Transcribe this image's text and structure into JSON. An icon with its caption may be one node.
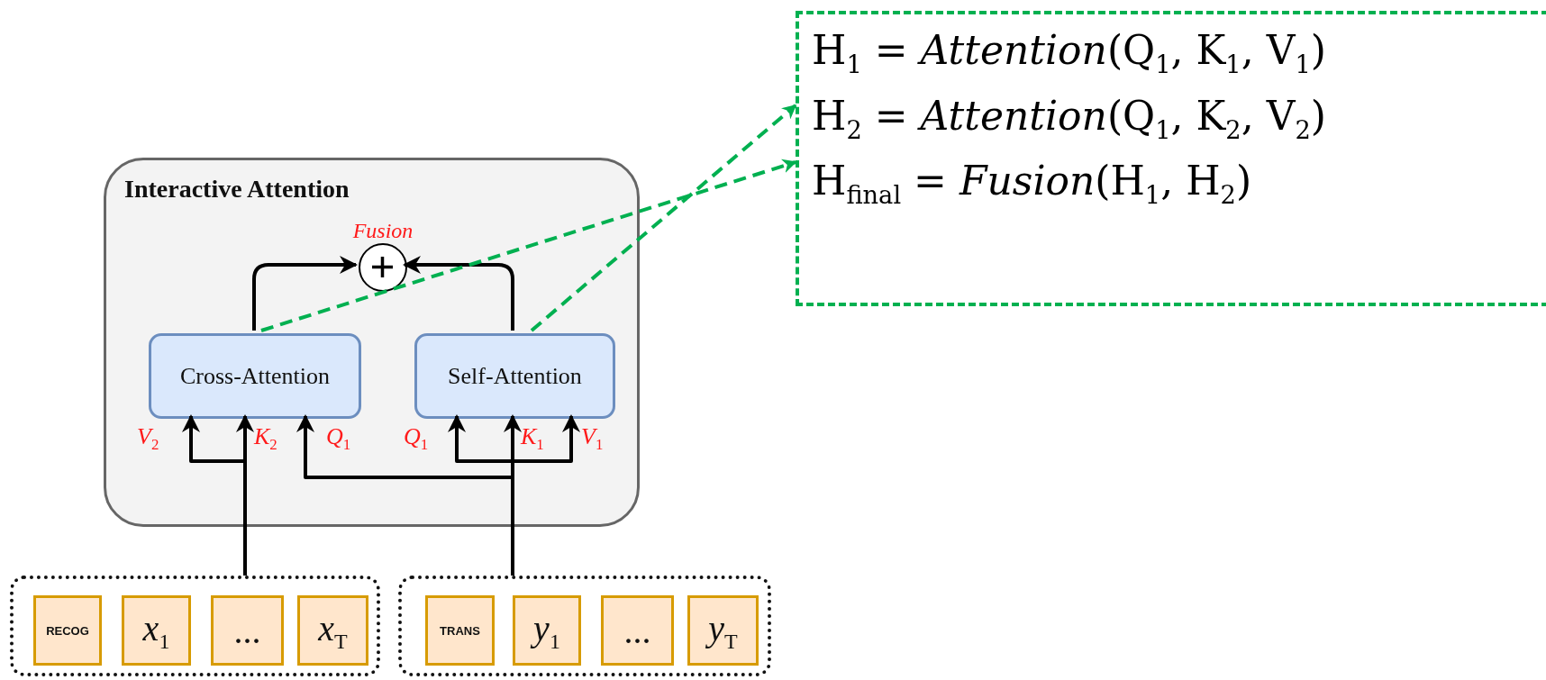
{
  "diagram": {
    "nodes": [
      {
        "text": [
          "Interactive Attention"
        ]
      },
      {
        "text": [],
        "shape": "circle",
        "in": 0,
        "beside": [
          "Fusion"
        ]
      },
      {
        "text": [
          "Cross-Attention"
        ],
        "in": 0
      },
      {
        "text": [
          "Self-Attention"
        ],
        "in": 0
      },
      {
        "text": [],
        "shape": "box"
      },
      {
        "text": [
          "RECOG"
        ],
        "in": 4
      },
      {
        "text": [
          "*x*$_{1}$"
        ],
        "in": 4
      },
      {
        "text": [
          "..."
        ],
        "in": 4
      },
      {
        "text": [
          "*x*$_{T}$"
        ],
        "in": 4
      },
      {
        "text": [],
        "shape": "box"
      },
      {
        "text": [
          "TRANS"
        ],
        "in": 9
      },
      {
        "text": [
          "*y*$_{1}$"
        ],
        "in": 9
      },
      {
        "text": [
          "..."
        ],
        "in": 9
      },
      {
        "text": [
          "*y*$_{T}$"
        ],
        "in": 9
      },
      {
        "text": [
          "H$_{1}$ = *Attention*(Q$_{1}$, K$_{1}$, V$_{1}$)",
          "H$_{2}$ = *Attention*(Q$_{1}$, K$_{2}$, V$_{2}$)",
          "H$_{final}$ = *Fusion*(H$_{1}$, H$_{2}$)"
        ]
      }
    ],
    "edges": [
      {
        "from": 2,
        "to": 1,
        "arrow": "to"
      },
      {
        "from": 3,
        "to": 1,
        "arrow": "to"
      },
      {
        "from": 4,
        "to": 2,
        "arrow": "to",
        "label": "*V*$_{2}$"
      },
      {
        "from": 4,
        "to": 2,
        "arrow": "to",
        "label": "*K*$_{2}$"
      },
      {
        "from": 9,
        "to": 2,
        "arrow": "to",
        "label": "*Q*$_{1}$"
      },
      {
        "from": 9,
        "to": 3,
        "arrow": "to",
        "label": "*Q*$_{1}$"
      },
      {
        "from": 9,
        "to": 3,
        "arrow": "to",
        "label": "*K*$_{1}$"
      },
      {
        "from": 9,
        "to": 3,
        "arrow": "to",
        "label": "*V*$_{1}$"
      },
      {
        "from": 2,
        "to": 14,
        "arrow": "to",
        "style": "dashed",
        "color": "#00b050"
      },
      {
        "from": 3,
        "to": 14,
        "arrow": "to",
        "style": "dashed",
        "color": "#00b050"
      }
    ]
  }
}
